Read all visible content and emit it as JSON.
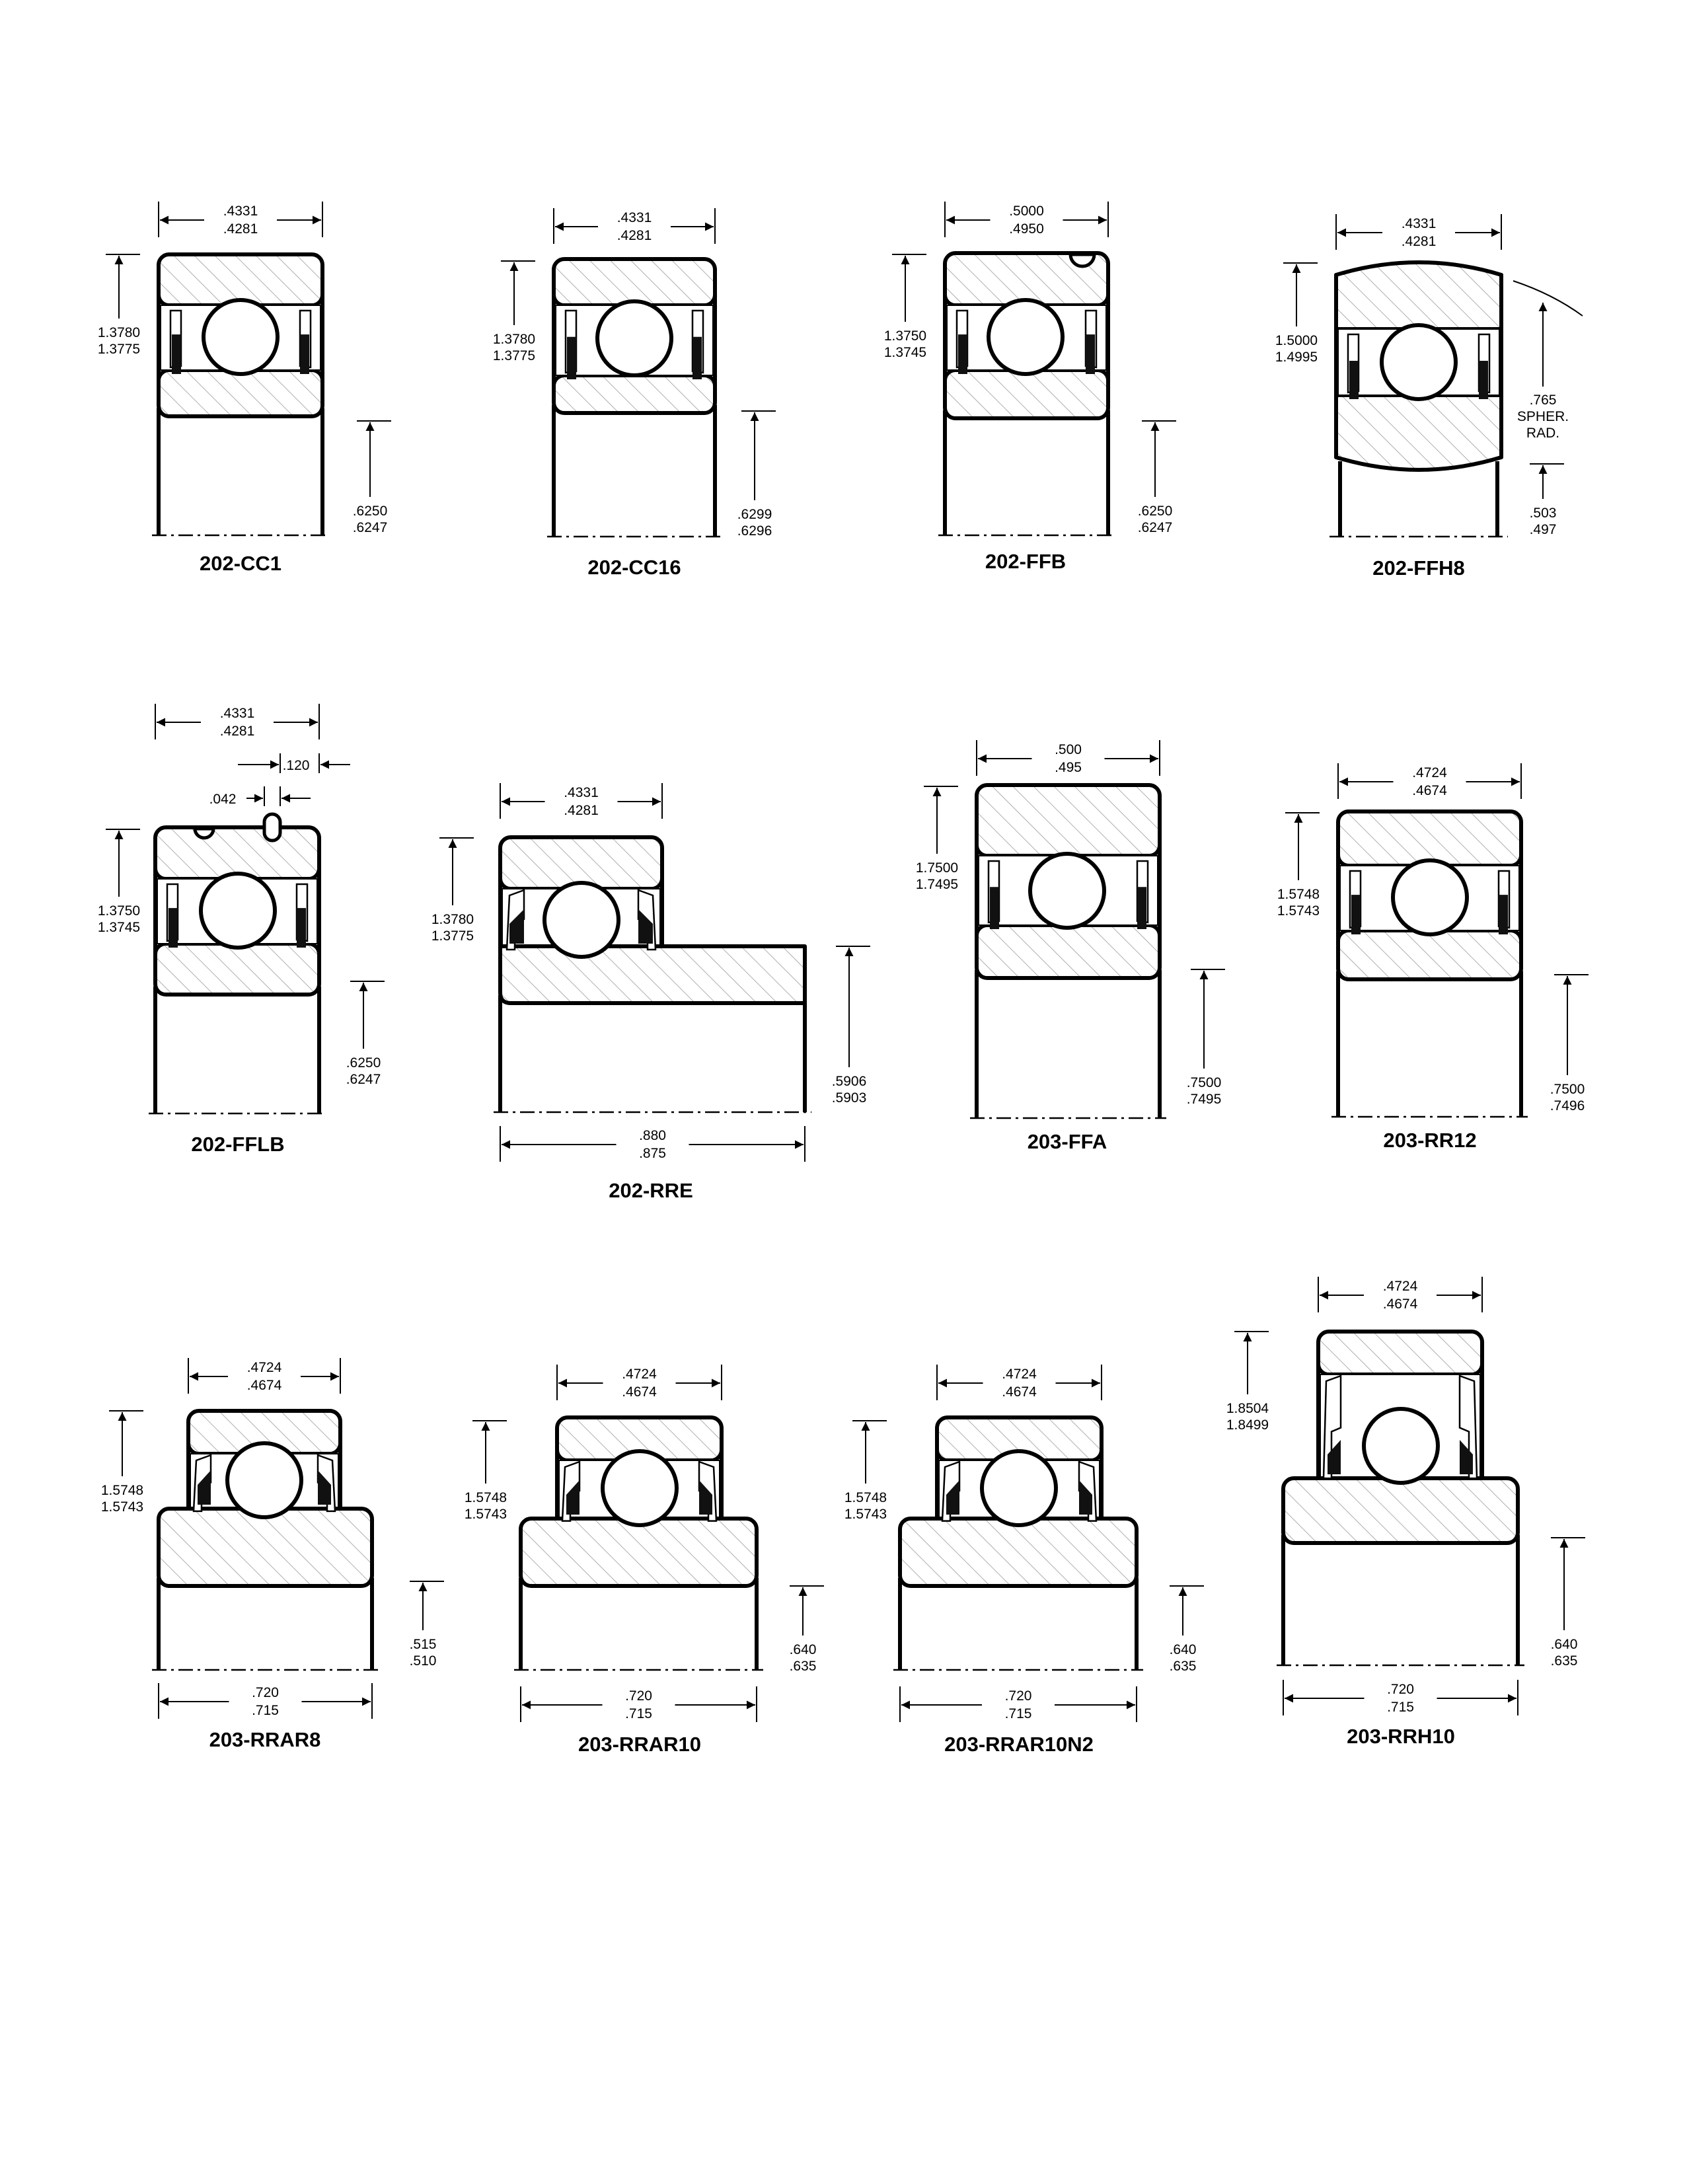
{
  "bearings": [
    {
      "id": "202-CC1",
      "label": "202-CC1",
      "width": [
        ".4331",
        ".4281"
      ],
      "od": [
        "1.3780",
        "1.3775"
      ],
      "bore": [
        ".6250",
        ".6247"
      ]
    },
    {
      "id": "202-CC16",
      "label": "202-CC16",
      "width": [
        ".4331",
        ".4281"
      ],
      "od": [
        "1.3780",
        "1.3775"
      ],
      "bore": [
        ".6299",
        ".6296"
      ]
    },
    {
      "id": "202-FFB",
      "label": "202-FFB",
      "width": [
        ".5000",
        ".4950"
      ],
      "od": [
        "1.3750",
        "1.3745"
      ],
      "bore": [
        ".6250",
        ".6247"
      ]
    },
    {
      "id": "202-FFH8",
      "label": "202-FFH8",
      "width": [
        ".4331",
        ".4281"
      ],
      "od": [
        "1.5000",
        "1.4995"
      ],
      "bore": [
        ".503",
        ".497"
      ],
      "spher": [
        ".765",
        "SPHER.",
        "RAD."
      ]
    },
    {
      "id": "202-FFLB",
      "label": "202-FFLB",
      "width": [
        ".4331",
        ".4281"
      ],
      "od": [
        "1.3750",
        "1.3745"
      ],
      "bore": [
        ".6250",
        ".6247"
      ],
      "groove_a": ".120",
      "groove_b": ".042"
    },
    {
      "id": "202-RRE",
      "label": "202-RRE",
      "width": [
        ".4331",
        ".4281"
      ],
      "od": [
        "1.3780",
        "1.3775"
      ],
      "bore": [
        ".5906",
        ".5903"
      ],
      "inner_width": [
        ".880",
        ".875"
      ]
    },
    {
      "id": "203-FFA",
      "label": "203-FFA",
      "width": [
        ".500",
        ".495"
      ],
      "od": [
        "1.7500",
        "1.7495"
      ],
      "bore": [
        ".7500",
        ".7495"
      ]
    },
    {
      "id": "203-RR12",
      "label": "203-RR12",
      "width": [
        ".4724",
        ".4674"
      ],
      "od": [
        "1.5748",
        "1.5743"
      ],
      "bore": [
        ".7500",
        ".7496"
      ]
    },
    {
      "id": "203-RRAR8",
      "label": "203-RRAR8",
      "width": [
        ".4724",
        ".4674"
      ],
      "od": [
        "1.5748",
        "1.5743"
      ],
      "bore": [
        ".515",
        ".510"
      ],
      "inner_width": [
        ".720",
        ".715"
      ]
    },
    {
      "id": "203-RRAR10",
      "label": "203-RRAR10",
      "width": [
        ".4724",
        ".4674"
      ],
      "od": [
        "1.5748",
        "1.5743"
      ],
      "bore": [
        ".640",
        ".635"
      ],
      "inner_width": [
        ".720",
        ".715"
      ]
    },
    {
      "id": "203-RRAR10N2",
      "label": "203-RRAR10N2",
      "width": [
        ".4724",
        ".4674"
      ],
      "od": [
        "1.5748",
        "1.5743"
      ],
      "bore": [
        ".640",
        ".635"
      ],
      "inner_width": [
        ".720",
        ".715"
      ]
    },
    {
      "id": "203-RRH10",
      "label": "203-RRH10",
      "width": [
        ".4724",
        ".4674"
      ],
      "od": [
        "1.8504",
        "1.8499"
      ],
      "bore": [
        ".640",
        ".635"
      ],
      "inner_width": [
        ".720",
        ".715"
      ]
    }
  ]
}
